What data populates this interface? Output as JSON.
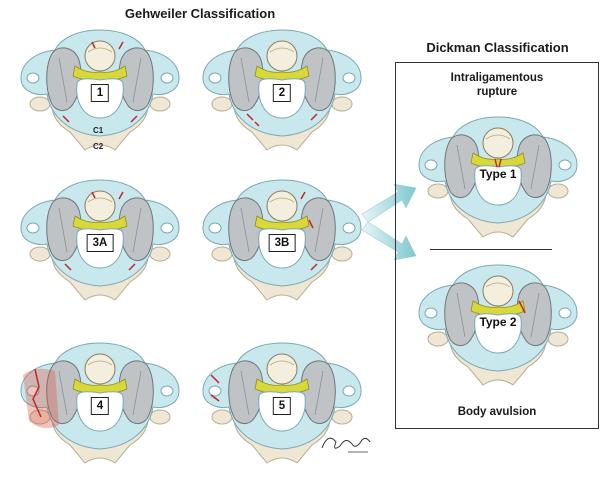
{
  "gehweiler": {
    "title": "Gehweiler Classification",
    "types": [
      "1",
      "2",
      "3A",
      "3B",
      "4",
      "5"
    ],
    "level_labels": {
      "c1": "C1",
      "c2": "C2"
    }
  },
  "dickman": {
    "title": "Dickman Classification",
    "intraligamentous": [
      "Intraligamentous",
      "rupture"
    ],
    "type1": "Type 1",
    "type2": "Type 2",
    "body_avulsion": "Body avulsion"
  },
  "colors": {
    "ring": "#c9e8ee",
    "ring_edge": "#7aa9b5",
    "mass": "#bfc3c6",
    "dens": "#f3eedd",
    "ligament": "#d8d83a",
    "fracture": "#c0262a",
    "c2_body": "#efe7d4"
  }
}
